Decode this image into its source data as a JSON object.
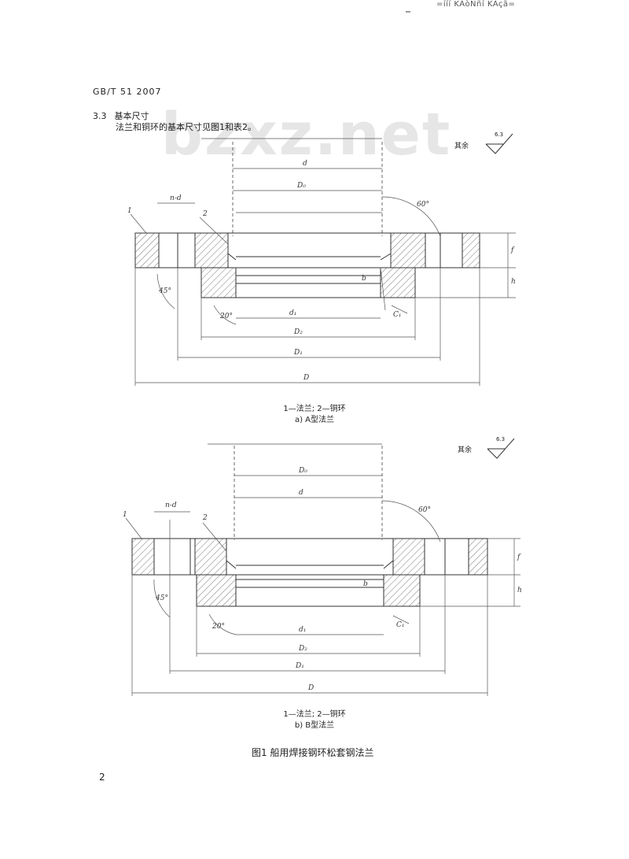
{
  "header": {
    "code": "=ííí KÀòÑñí KÀçã="
  },
  "doc": {
    "standard": "GB/T 51  2007",
    "section_number": "3.3",
    "section_title": "基本尺寸",
    "intro": "法兰和铜环的基本尺寸见图1和表2。"
  },
  "watermark": "bzxz.net",
  "figure_a": {
    "rest_label": "其余",
    "roughness": "6.3",
    "legend": "1—法兰; 2—铜环",
    "caption": "a)  A型法兰"
  },
  "figure_b": {
    "rest_label": "其余",
    "roughness": "6.3",
    "legend": "1—法兰; 2—铜环",
    "caption": "b)  B型法兰"
  },
  "figure_caption": "图1  船用焊接钢环松套钢法兰",
  "page_number": "2",
  "dims": {
    "d": "d",
    "d0": "D₀",
    "d1": "d₁",
    "d2": "D₂",
    "D1": "D₁",
    "D": "D",
    "nd": "n-d",
    "f": "f",
    "b": "b",
    "c": "C₁",
    "h": "h",
    "a60": "60°",
    "a45": "45°",
    "a20": "20°",
    "n1": "1",
    "n2": "2"
  }
}
